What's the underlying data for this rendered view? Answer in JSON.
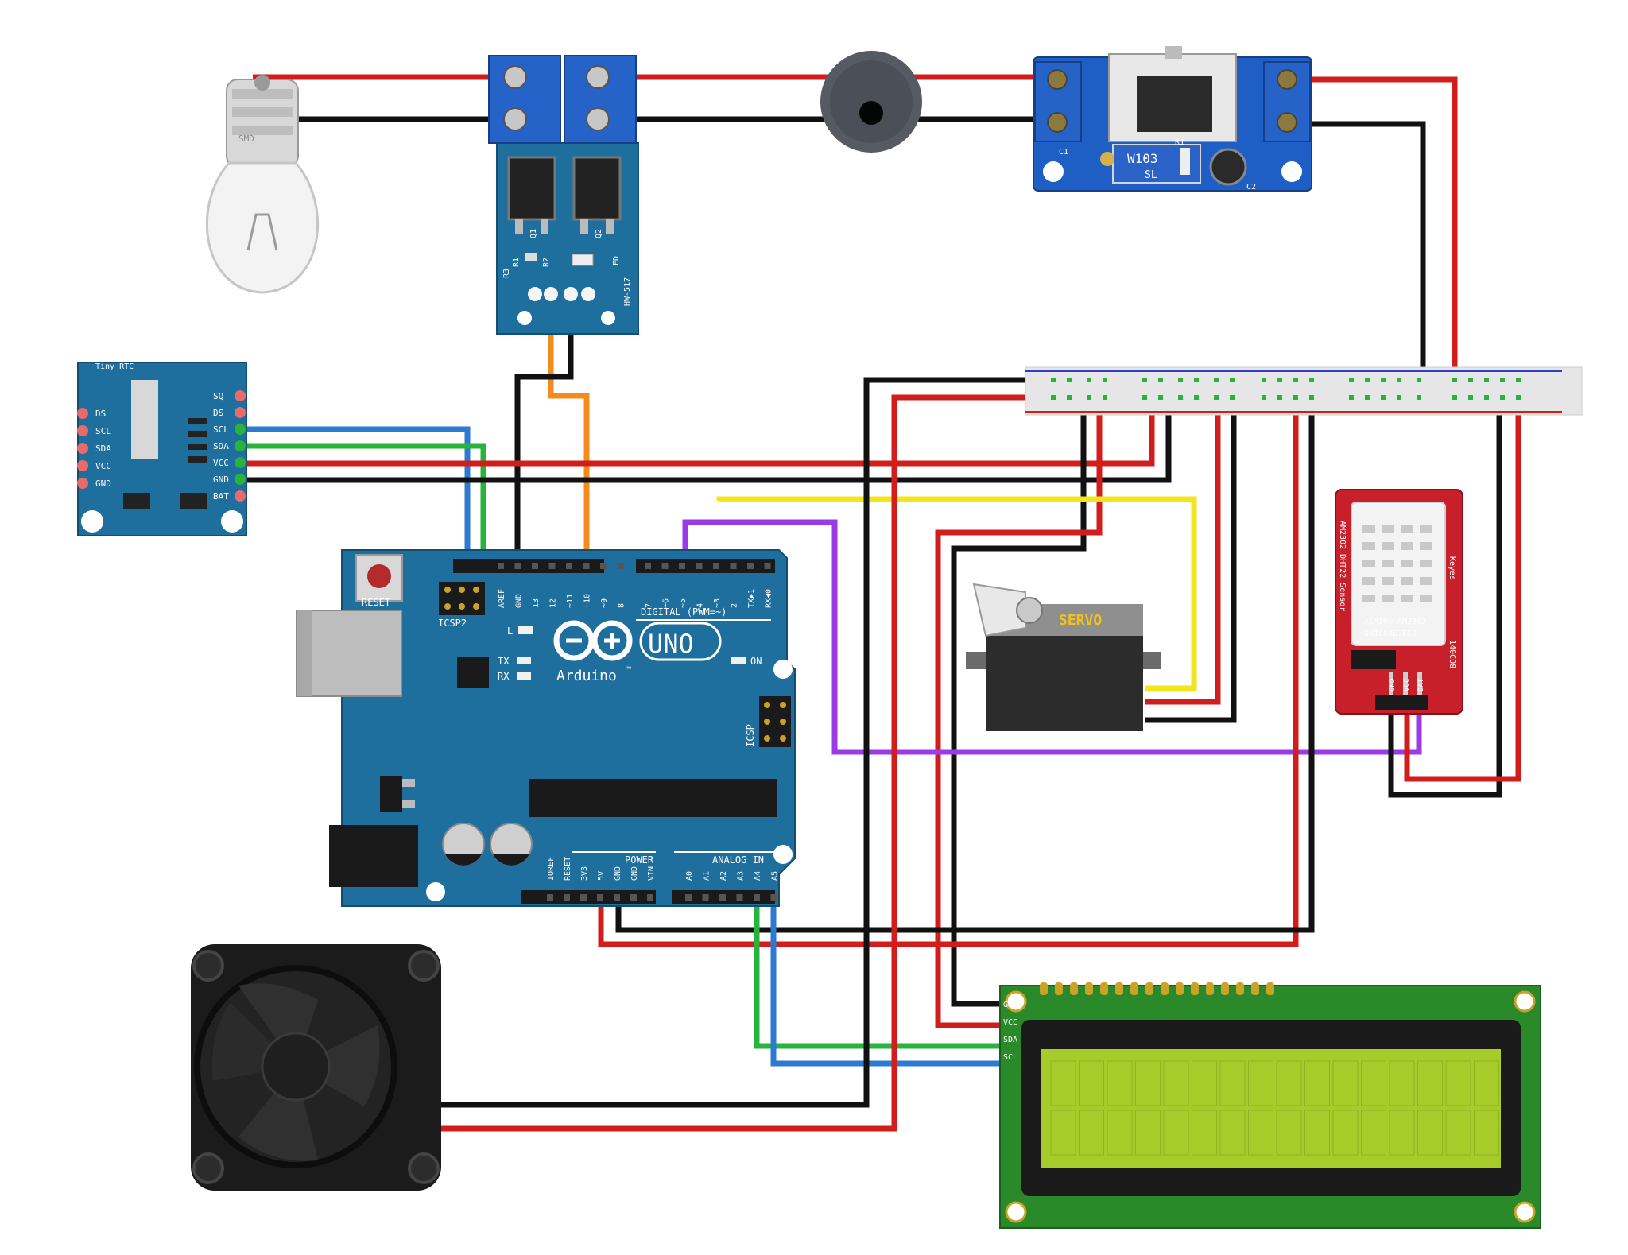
{
  "rtc": {
    "title": "Tiny RTC",
    "left_pins": [
      "DS",
      "SCL",
      "SDA",
      "VCC",
      "GND"
    ],
    "right_pins": [
      "SQ",
      "DS",
      "SCL",
      "SDA",
      "VCC",
      "GND",
      "BAT"
    ]
  },
  "mosfet": {
    "model": "HW-517",
    "labels": [
      "Q1",
      "Q2",
      "R3",
      "R1",
      "R2",
      "LED"
    ]
  },
  "regulator": {
    "pot_label": "W103",
    "pot_sub": "SL",
    "labels": [
      "C1",
      "R1",
      "C2"
    ]
  },
  "arduino": {
    "brand": "Arduino",
    "tm": "™",
    "model": "UNO",
    "reset": "RESET",
    "icsp2": "ICSP2",
    "icsp": "ICSP",
    "led_l": "L",
    "led_tx": "TX",
    "led_rx": "RX",
    "led_on": "ON",
    "digital": "DIGITAL (PWM=~)",
    "power": "POWER",
    "analog": "ANALOG IN",
    "top_pins": [
      "AREF",
      "GND",
      "13",
      "12",
      "~11",
      "~10",
      "~9",
      "8",
      "7",
      "~6",
      "~5",
      "4",
      "~3",
      "2",
      "TX▶1",
      "RX◀0"
    ],
    "power_pins": [
      "IOREF",
      "RESET",
      "3V3",
      "5V",
      "GND",
      "GND",
      "VIN"
    ],
    "analog_pins": [
      "A0",
      "A1",
      "A2",
      "A3",
      "A4",
      "A5"
    ]
  },
  "servo": {
    "label": "SERVO"
  },
  "dht": {
    "vertical": "AM2302 DHT22 Sensor",
    "brand": "Keyes",
    "code": "140CO8",
    "line1": "ASAIR® AM2302",
    "line2": "SN180487EG2",
    "pins": [
      "GND",
      "VCC",
      "DAT"
    ]
  },
  "lcd": {
    "pins": [
      "GND",
      "VCC",
      "SDA",
      "SCL"
    ]
  },
  "bulb": {
    "marking": "SMD"
  },
  "colors": {
    "pcb_blue": "#1f6f9e",
    "wire_red": "#d21d1d",
    "wire_black": "#111111",
    "wire_blue": "#2d7bd1",
    "wire_green": "#28b33c",
    "wire_orange": "#f28c1c",
    "wire_yellow": "#f2e51c",
    "wire_purple": "#9a3be6",
    "lcd_green": "#2a8a2a",
    "lcd_screen": "#a6cc2a",
    "dht_red": "#c8202a"
  }
}
